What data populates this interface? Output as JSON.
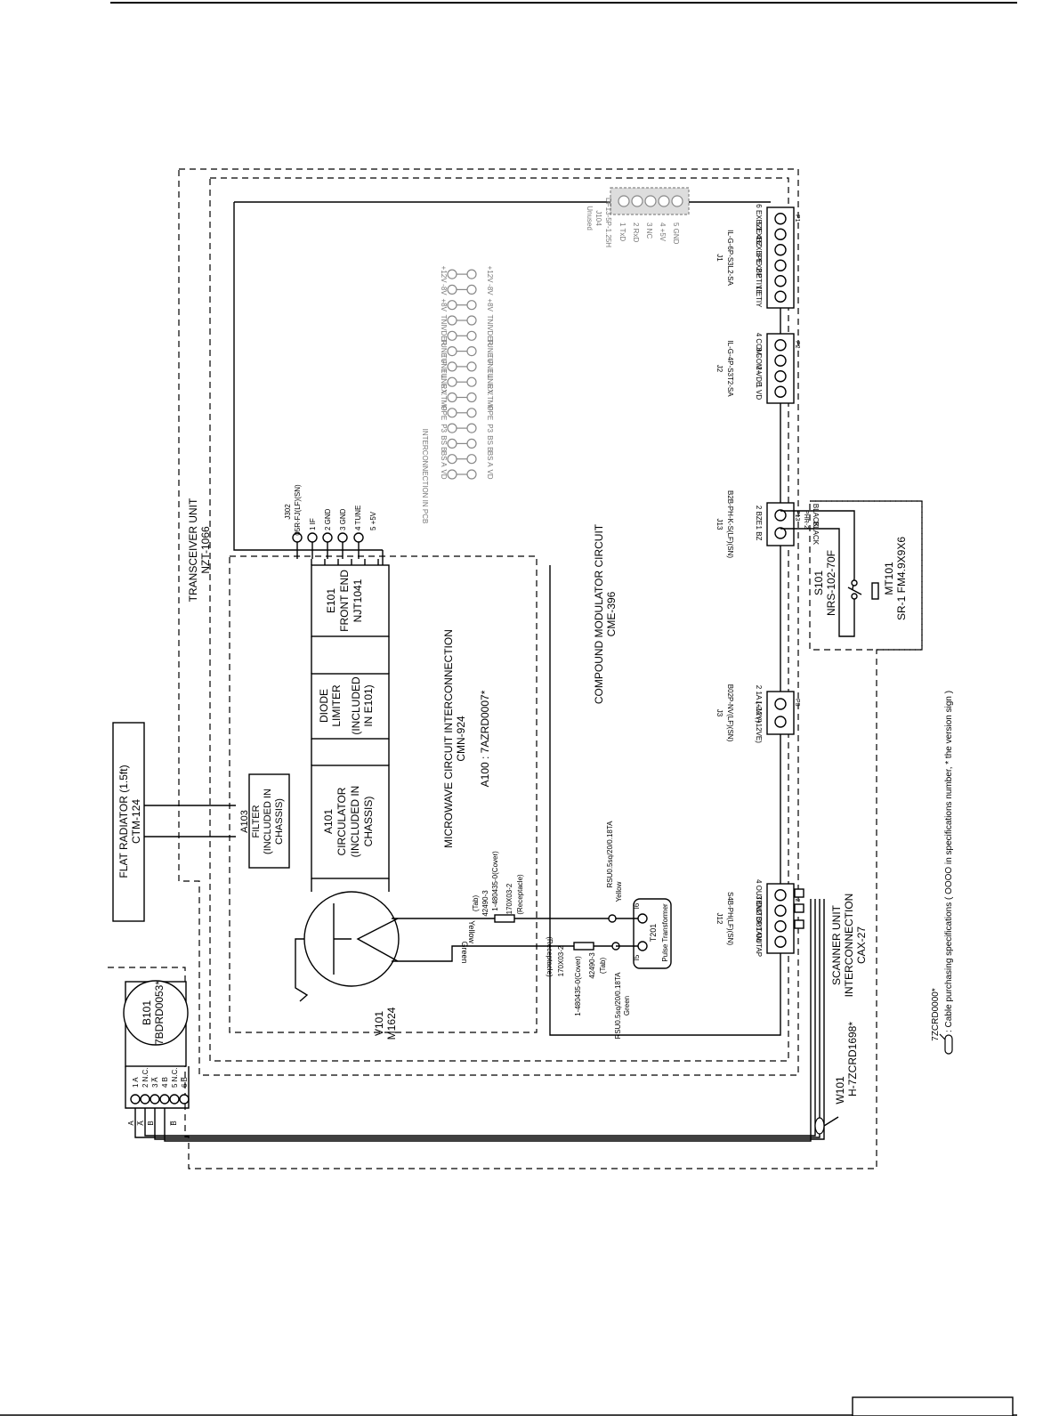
{
  "units": {
    "transceiver": {
      "title": "TRANSCEIVER UNIT",
      "model": "NZT-1066"
    },
    "flat_radiator": {
      "title": "FLAT RADIATOR (1.5ft)",
      "model": "CTM-124"
    },
    "microwave": {
      "title": "MICROWAVE CIRCUIT INTERCONNECTION",
      "model": "CMN-924",
      "part": "A100 : 7AZRD0007*"
    },
    "compound_modulator": {
      "title": "COMPOUND MODULATOR CIRCUIT",
      "model": "CME-396"
    },
    "scanner": {
      "title": "SCANNER UNIT",
      "title2": "INTERCONNECTION",
      "model": "CAX-27"
    }
  },
  "components": {
    "e101": {
      "ref": "E101",
      "name": "FRONT END",
      "model": "NJT1041"
    },
    "diode_limiter": {
      "line1": "DIODE",
      "line2": "LIMITER",
      "line3": "(INCLUDED",
      "line4": "IN E101)"
    },
    "a101": {
      "ref": "A101",
      "line1": "CIRCULATOR",
      "line2": "(INCLUDED IN",
      "line3": "CHASSIS)"
    },
    "a103": {
      "ref": "A103",
      "line1": "FILTER",
      "line2": "(INCLUDED IN",
      "line3": "CHASSIS)"
    },
    "v101": {
      "ref": "V101",
      "model": "M1624"
    },
    "b101": {
      "ref": "B101",
      "model": "7BDRD0053*"
    },
    "t201": {
      "ref": "T201",
      "name": "Pulse Transformer",
      "pin1": "I6",
      "pin2": "I5"
    },
    "s101": {
      "ref": "S101",
      "model": "NRS-102-70F"
    },
    "mt101": {
      "ref": "MT101",
      "model": "SR-1 FM4.9X9X6"
    },
    "w101": {
      "ref": "W101",
      "model": "H-7ZCRD1698*"
    }
  },
  "connectors": {
    "j302": {
      "ref": "J302",
      "type": "05R-FJ(LF)(SN)",
      "pins": [
        "1 IF",
        "2 GND",
        "3 GND",
        "4 TUNE",
        "5 +5V"
      ]
    },
    "j1": {
      "ref": "J1",
      "type": "IL-G-6P-S3L2-SA",
      "plug": "P1",
      "pins": [
        "1 ETIY",
        "2 ETIYE",
        "3 EXBP",
        "4 EXBPE",
        "5 EXBZ",
        "6 EXBZE"
      ]
    },
    "j2": {
      "ref": "J2",
      "type": "IL-G-4P-S3T2-SA",
      "plug": "P2",
      "pins": [
        "1 VD",
        "2 VDE",
        "3 COM+",
        "4 COM-"
      ]
    },
    "j3": {
      "ref": "J3",
      "type": "B02P-NV(LF)(SN)",
      "plug": "P3",
      "pins": [
        "1 2A (+12VE)",
        "2 1A (+12V)"
      ]
    },
    "j12": {
      "ref": "J12",
      "type": "S4B-PH(LF)(SN)",
      "plug": "P12",
      "pins": [
        "1 OUTAP",
        "2 OUTAM",
        "3 OUTBP",
        "4 OUTBM"
      ]
    },
    "j13": {
      "ref": "J13",
      "type": "B2B-PH-K-S(LF)(SN)",
      "plug": "P13",
      "plug2": "PHR-2",
      "pins": [
        "1 BZ",
        "2 BZE"
      ]
    },
    "j104": {
      "ref": "J104",
      "type": "DF13-5P-1.25H",
      "status": "Unused",
      "pins": [
        "1 TxD",
        "2 RxD",
        "3 NC",
        "4 +5V",
        "5 GND"
      ]
    },
    "b101_pins": [
      "1 A",
      "2 N.C.",
      "3 A̅",
      "4 B",
      "5 N.C.",
      "6 B̅"
    ],
    "w101_wires": [
      "A",
      "A̅",
      "B",
      "B̅"
    ]
  },
  "pcb_interconnection": {
    "title": "INTERCONNECTION IN PCB",
    "signals": [
      "VD",
      "BS A",
      "BS B",
      "P3",
      "OPE",
      "RX.TMP",
      "TUNE V",
      "TUNE L",
      "TUNE F",
      "VDER",
      "TNI",
      "+8V",
      "-8V",
      "+12V"
    ]
  },
  "wiring": {
    "black1": "BLACK",
    "black2": "BLACK",
    "yellow": "Yellow",
    "green": "Green",
    "rsu_yellow": "RSU0.5sq/20/0.18TA",
    "rsu_yellow_color": "Yellow",
    "rsu_green": "RSU0.5sq/20/0.18TA",
    "rsu_green_color": "Green",
    "t_top_1": "(Tab)",
    "t_top_2": "42490-3",
    "t_top_3": "1-480435-0(Cover)",
    "t_top_4": "170X03-2",
    "t_top_5": "(Receptacle)",
    "t_bot_1": "(Receptacle)",
    "t_bot_2": "170X03-2",
    "t_bot_3": "1-480435-0(Cover)",
    "t_bot_4": "42490-3",
    "t_bot_5": "(Tab)"
  },
  "legend": {
    "code": "7ZCRD0000*",
    "note": ": Cable purchasing specifications ( OOOO in specifications number, * the version sign )"
  }
}
